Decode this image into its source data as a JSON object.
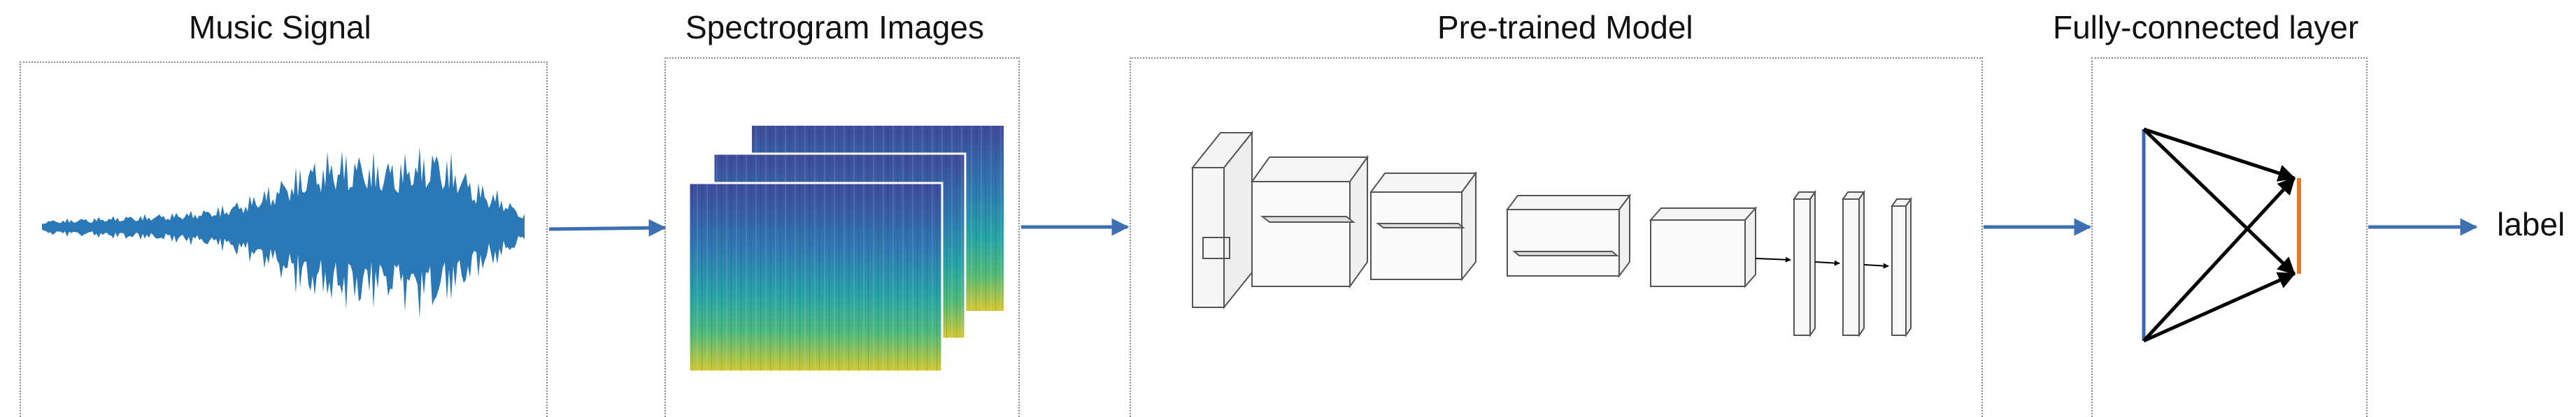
{
  "stages": {
    "music_signal": {
      "title": "Music Signal"
    },
    "spectrogram": {
      "title": "Spectrogram Images"
    },
    "model": {
      "title": "Pre-trained Model"
    },
    "fc": {
      "title": "Fully-connected layer"
    }
  },
  "output": {
    "label": "label"
  },
  "colors": {
    "waveform": "#2a78b5",
    "arrow": "#3f6fb3",
    "fc_left_edge": "#3a66b8",
    "fc_right_edge": "#e07a2a",
    "panel_border": "#8a8a8a"
  }
}
